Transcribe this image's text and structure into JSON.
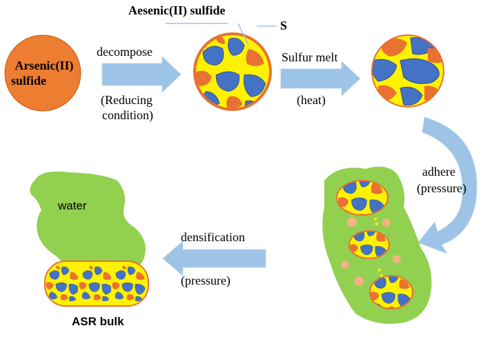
{
  "labels": {
    "arsenic_sulfide": [
      "Arsenic(II)",
      "sulfide"
    ],
    "aesenic_sulfide": "Aesenic(II) sulfide",
    "s": "S",
    "decompose": "decompose",
    "reducing_condition": [
      "(Reducing",
      "condition)"
    ],
    "sulfur_melt": "Sulfur melt",
    "heat": "(heat)",
    "adhere": "adhere",
    "adhere_pressure": "(pressure)",
    "densification": "densification",
    "densification_pressure": "(pressure)",
    "water": "water",
    "asr_bulk": "ASR bulk"
  },
  "colors": {
    "orange_sphere": "#ED7D31",
    "blue_particle": "#4472C4",
    "yellow_sulfur": "#FFF200",
    "orange_particle": "#E97132",
    "green_water": "#92D050",
    "arrow": "#9DC3E6"
  }
}
